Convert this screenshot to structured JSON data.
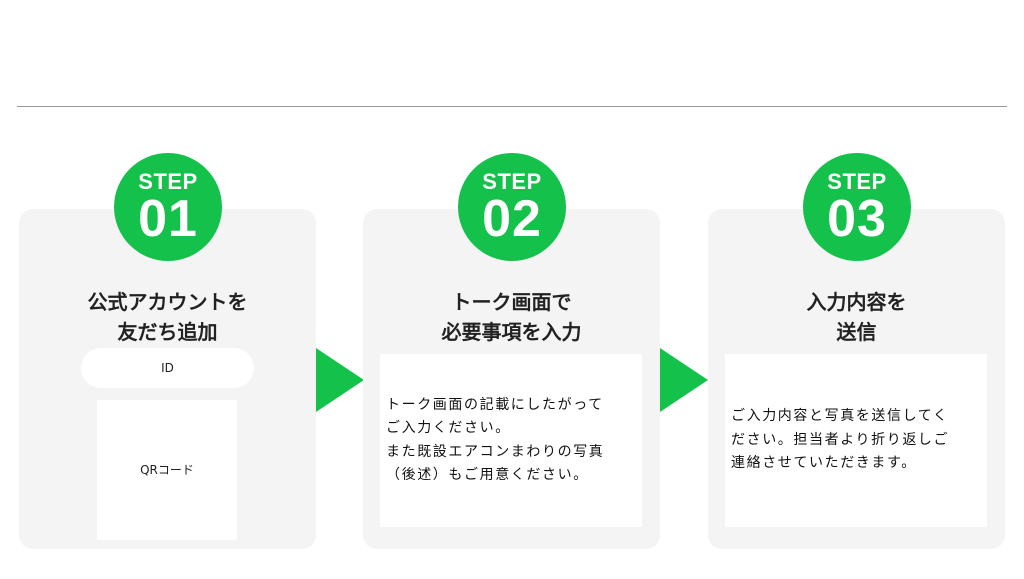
{
  "steps": [
    {
      "label": "STEP",
      "number": "01",
      "title_lines": [
        "公式アカウントを",
        "友だち追加"
      ],
      "id_label": "ID",
      "qr_label": "QRコード"
    },
    {
      "label": "STEP",
      "number": "02",
      "title_lines": [
        "トーク画面で",
        "必要事項を入力"
      ],
      "body_lines": [
        "トーク画面の記載にしたがって",
        "ご入力ください。",
        "また既設エアコンまわりの写真",
        "（後述）もご用意ください。"
      ]
    },
    {
      "label": "STEP",
      "number": "03",
      "title_lines": [
        "入力内容を",
        "送信"
      ],
      "body_lines": [
        "ご入力内容と写真を送信してく",
        "ださい。担当者より折り返しご",
        "連絡させていただきます。"
      ]
    }
  ],
  "colors": {
    "accent_green": "#14c14b",
    "card_bg": "#f4f4f4",
    "divider": "#9a9a9a"
  },
  "icons": [
    "arrow-right-icon",
    "arrow-right-icon"
  ]
}
